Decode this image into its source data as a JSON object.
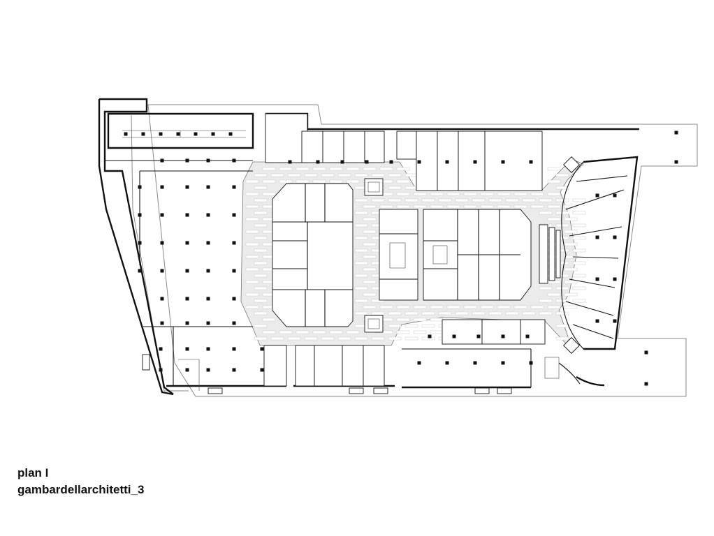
{
  "caption": {
    "title": "plan I",
    "subtitle": "gambardellarchitetti_3"
  },
  "drawing": {
    "type": "architectural-floor-plan",
    "colors": {
      "lines": "#111111",
      "corridor_floor": "#ebebeb",
      "outline": "#8a8a8a",
      "background": "#ffffff"
    }
  }
}
